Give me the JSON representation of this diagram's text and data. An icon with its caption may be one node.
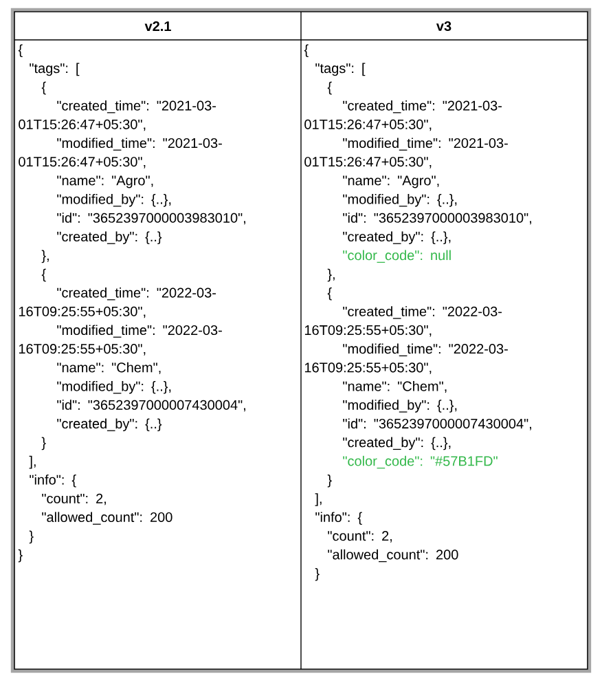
{
  "diagram": {
    "labels": [
      "v2.1",
      "v3",
      "{",
      "\"tags\": [",
      "{",
      "\"created_time\": \"2021-03-01T15:26:47+05:30\",",
      "\"modified_time\": \"2021-03-01T15:26:47+05:30\",",
      "\"name\": \"Agro\",",
      "\"modified_by\": {..},",
      "\"id\": \"3652397000003983010\",",
      "\"created_by\": {..}",
      "},",
      "{",
      "\"created_time\": \"2022-03-16T09:25:55+05:30\",",
      "\"modified_time\": \"2022-03-16T09:25:55+05:30\",",
      "\"name\": \"Chem\",",
      "\"modified_by\": {..},",
      "\"id\": \"3652397000007430004\",",
      "\"created_by\": {..}",
      "}",
      "],",
      "\"info\": {",
      "\"count\": 2,",
      "\"allowed_count\": 200",
      "}",
      "}",
      "{",
      "\"tags\": [",
      "{",
      "\"created_time\": \"2021-03-01T15:26:47+05:30\",",
      "\"modified_time\": \"2021-03-01T15:26:47+05:30\",",
      "\"name\": \"Agro\",",
      "\"modified_by\": {..},",
      "\"id\": \"3652397000003983010\",",
      "\"created_by\": {..},",
      "\"color_code\": null",
      "},",
      "{",
      "\"created_time\": \"2022-03-16T09:25:55+05:30\",",
      "\"modified_time\": \"2022-03-16T09:25:55+05:30\",",
      "\"name\": \"Chem\",",
      "\"modified_by\": {..},",
      "\"id\": \"3652397000007430004\",",
      "\"created_by\": {..},",
      "\"color_code\": \"#57B1FD\"",
      "}",
      "],",
      "\"info\": {",
      "\"count\": 2,",
      "\"allowed_count\": 200",
      "}"
    ]
  }
}
